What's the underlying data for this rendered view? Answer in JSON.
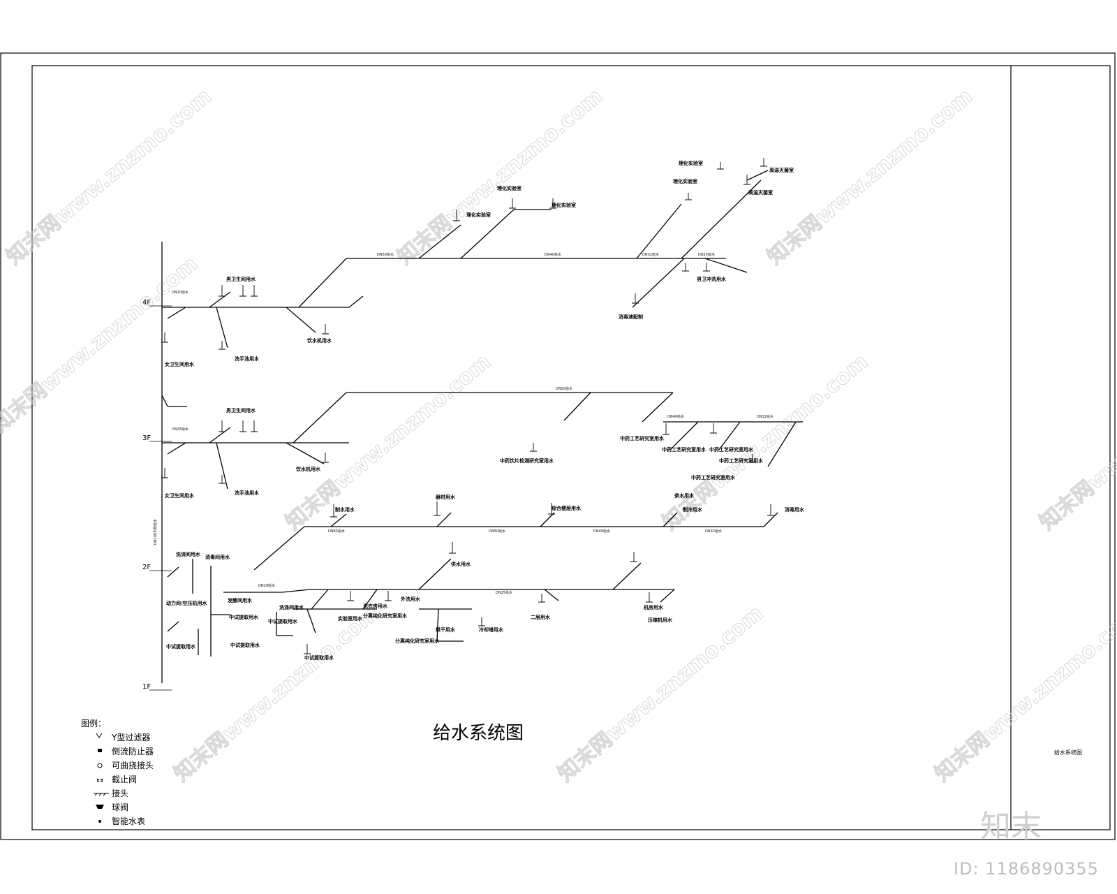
{
  "title": "给水系统图",
  "sheet_name": "给水系统图",
  "levels": [
    "4F",
    "3F",
    "2F",
    "1F"
  ],
  "riser_label": "DN100市政给水",
  "legend": {
    "heading": "图例：",
    "items": [
      {
        "icon": "y-strainer-icon",
        "label": "Y型过滤器"
      },
      {
        "icon": "backflow-preventer-icon",
        "label": "倒流防止器"
      },
      {
        "icon": "flexible-joint-icon",
        "label": "可曲挠接头"
      },
      {
        "icon": "check-valve-icon",
        "label": "截止阀"
      },
      {
        "icon": "gate-valve-icon",
        "label": "接头"
      },
      {
        "icon": "butterfly-valve-icon",
        "label": "球阀"
      },
      {
        "icon": "water-meter-icon",
        "label": "智能水表"
      }
    ]
  },
  "floor4": {
    "left": [
      "男卫生间用水",
      "女卫生间用水",
      "洗手池用水",
      "饮水机用水"
    ],
    "top": [
      "理化实验室",
      "理化实验室",
      "理化实验室",
      "理化实验室",
      "理化实验室",
      "高温灭菌室",
      "高温灭菌室"
    ],
    "right": [
      "男卫冲洗用水",
      "消毒液配制"
    ],
    "notes": [
      "DN50给水",
      "DN40给水",
      "DN32给水",
      "DN25给水",
      "DN20给水"
    ]
  },
  "floor3": {
    "left": [
      "男卫生间用水",
      "女卫生间用水",
      "洗手池用水",
      "饮水机用水"
    ],
    "center": [
      "中药饮片检测研究室用水"
    ],
    "right": [
      "中药工艺研究室用水",
      "中药工艺研究室用水",
      "中药工艺研究室用水",
      "中药工艺研究室用水",
      "中药工艺研究室用水"
    ],
    "notes": [
      "DN50给水",
      "DN40给水",
      "DN32给水",
      "DN25给水"
    ]
  },
  "floor2": {
    "top": [
      "制水用水",
      "器材用水",
      "综合楼层用水",
      "茶水用水",
      "制冷用水",
      "消毒用水",
      "供水用水"
    ],
    "left": [
      "洗消间用水",
      "消毒间用水",
      "动力间/空压机用水",
      "中试提取用水",
      "中试提取用水",
      "洗涤间用水",
      "中试提取用水",
      "中试提取用水"
    ],
    "mid": [
      "发酵间用水",
      "中试提取用水",
      "洗衣房用水",
      "分离纯化研究室用水",
      "分离纯化研究室用水",
      "烘干用水",
      "外洗用水",
      "冷却塔用水",
      "二层用水",
      "实验室用水",
      "机房用水",
      "压缩机用水"
    ],
    "notes": [
      "DN65给水",
      "DN50给水",
      "DN40给水",
      "DN32给水",
      "DN25给水",
      "DN20给水"
    ]
  },
  "watermark": {
    "text": "知末网www.znzmo.com",
    "brand": "知末",
    "id": "ID: 1186890355"
  }
}
